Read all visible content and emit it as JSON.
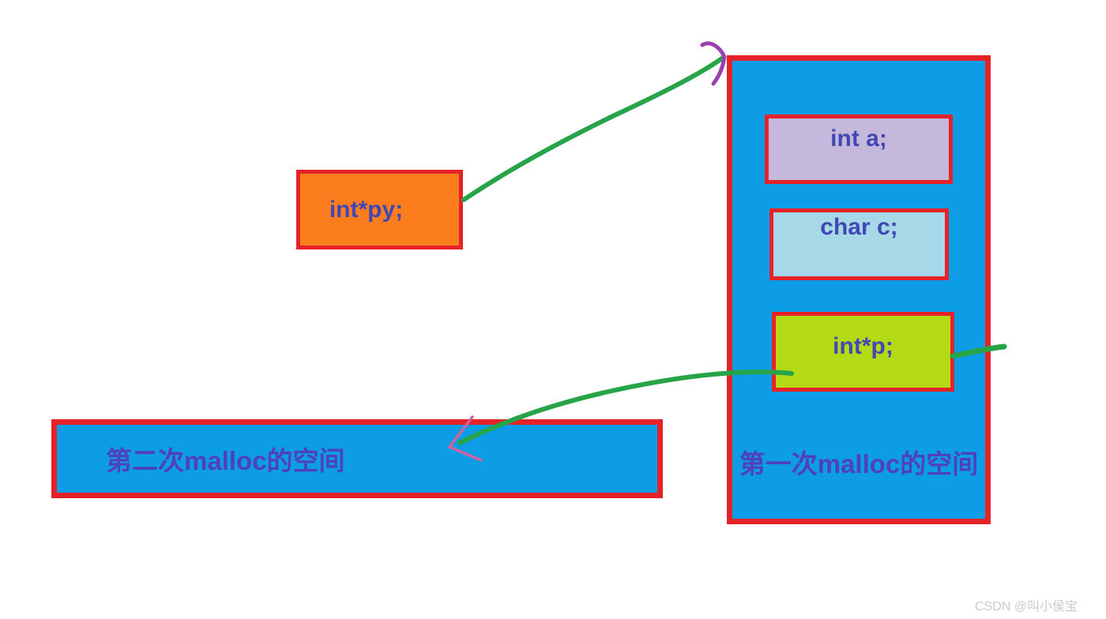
{
  "diagram": {
    "pointer_box": {
      "label": "int*py;"
    },
    "first_malloc": {
      "label": "第一次malloc的空间",
      "cells": [
        {
          "label": "int a;"
        },
        {
          "label": "char c;"
        },
        {
          "label": "int*p;"
        }
      ]
    },
    "second_malloc": {
      "label": "第二次malloc的空间"
    },
    "arrows": [
      {
        "icon": "green-curve-py-to-first-malloc-icon",
        "color": "#27a348"
      },
      {
        "icon": "purple-arrowhead-icon",
        "color": "#9c3fae"
      },
      {
        "icon": "green-curve-p-to-second-malloc-icon",
        "color": "#27a348"
      },
      {
        "icon": "pink-arrowhead-icon",
        "color": "#d2619f"
      },
      {
        "icon": "green-dash-right-icon",
        "color": "#27a348"
      }
    ]
  },
  "watermark": "CSDN @叫小侯宝",
  "colors": {
    "background": "#ffffff",
    "red_border": "#e52228",
    "orange_fill": "#fb7d1d",
    "blue_fill": "#0c9de6",
    "lavender_fill": "#c5b8dd",
    "cyan_fill": "#a6d8e7",
    "green_fill": "#b4da16",
    "code_text": "#4247b4",
    "label_text": "#4f40bd",
    "green_stroke": "#27a348",
    "purple_stroke": "#9c3fae",
    "pink_stroke": "#d2619f",
    "watermark_text": "#cbcbcb"
  }
}
